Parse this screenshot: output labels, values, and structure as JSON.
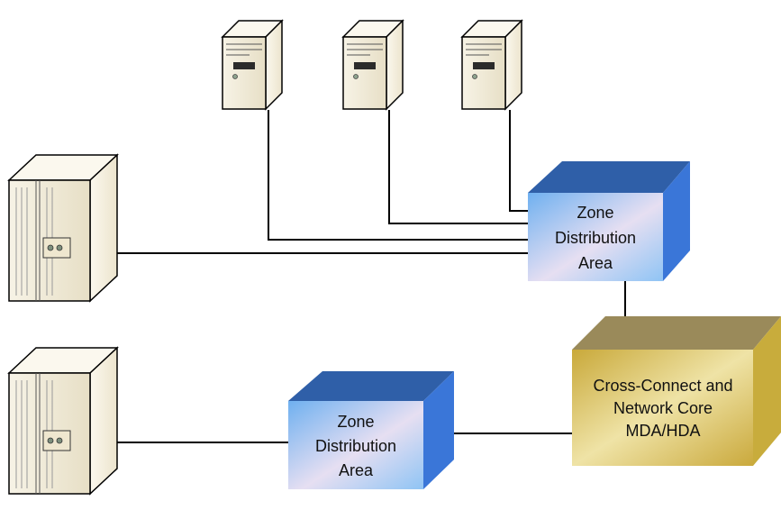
{
  "zda_top": {
    "lines": [
      "Zone",
      "Distribution",
      "Area"
    ]
  },
  "zda_bottom": {
    "lines": [
      "Zone",
      "Distribution",
      "Area"
    ]
  },
  "core": {
    "lines": [
      "Cross-Connect and",
      "Network Core",
      "MDA/HDA"
    ]
  },
  "colors": {
    "zda_top_face": "#2f5fa8",
    "zda_side": "#3a76d8",
    "core_top": "#9a8a5a",
    "core_side": "#c8ac3c",
    "core_front": "#dcc868",
    "server_body": "#f4efdf",
    "wire": "#000000"
  }
}
